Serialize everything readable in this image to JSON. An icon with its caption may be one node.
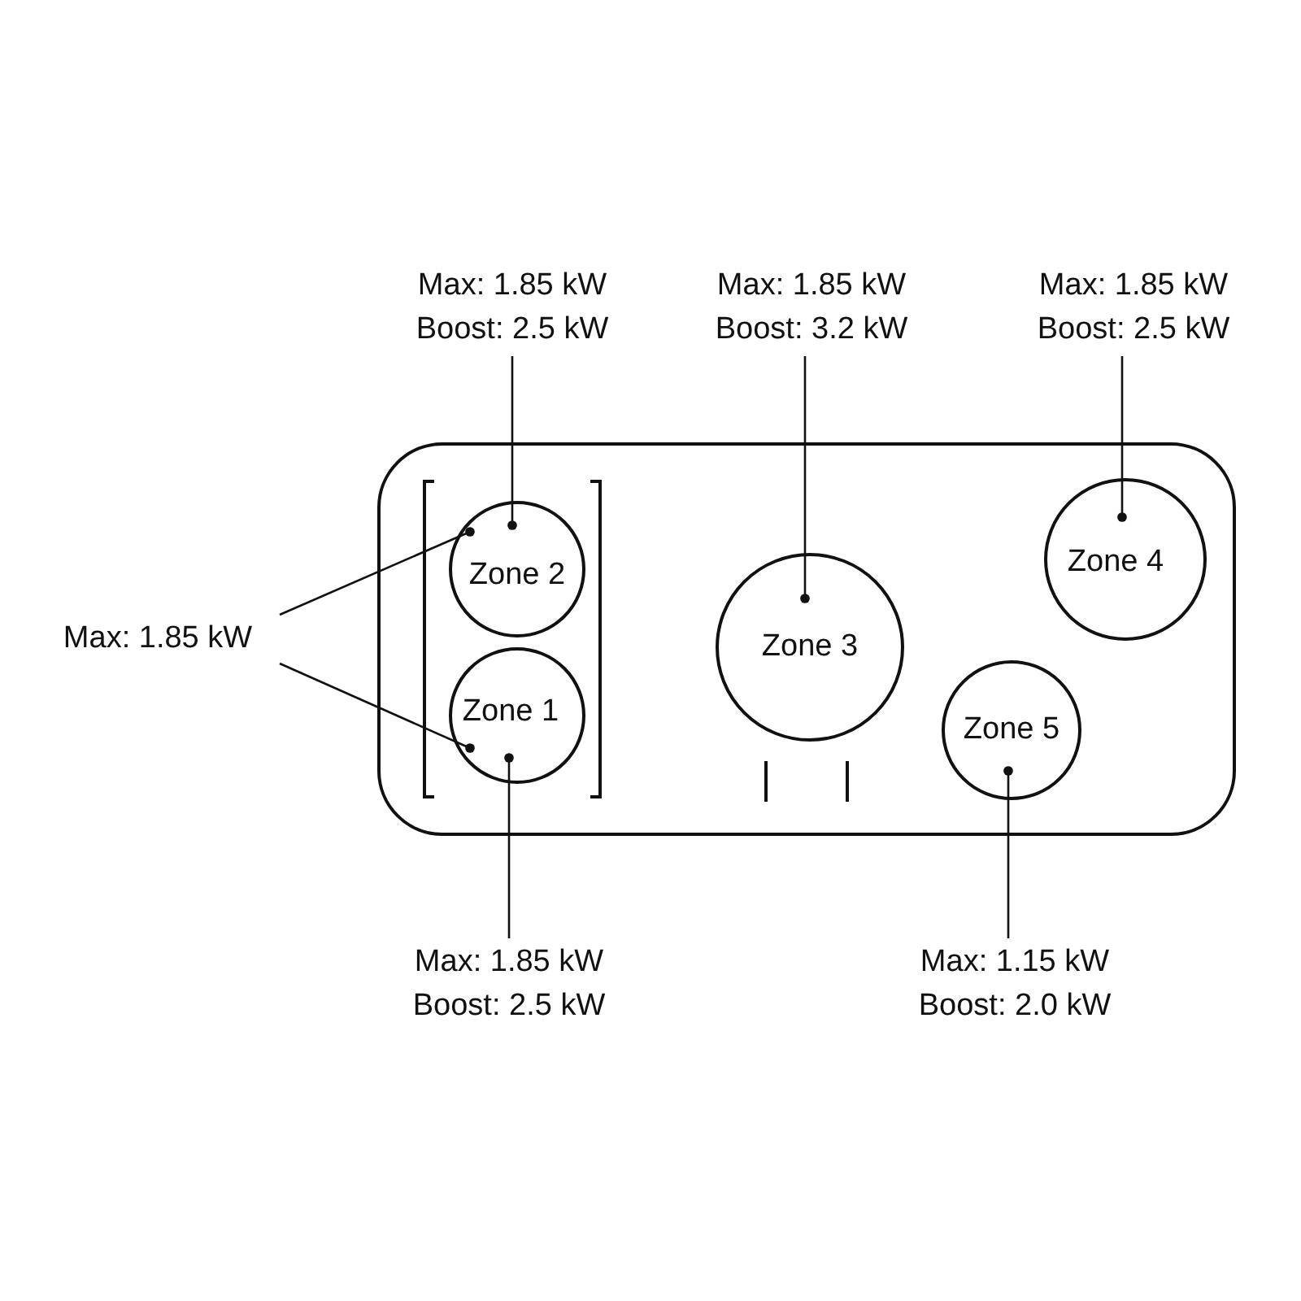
{
  "diagram": {
    "nodes": [
      {
        "text": [],
        "shape": "box"
      },
      {
        "text": [
          "Zone 2"
        ],
        "in": 0
      },
      {
        "text": [
          "Zone 1"
        ],
        "in": 0
      },
      {
        "text": [
          "Zone 3"
        ],
        "in": 0
      },
      {
        "text": [
          "Zone 4"
        ],
        "in": 0
      },
      {
        "text": [
          "Zone 5"
        ],
        "in": 0
      },
      {
        "text": [
          "Max: 1.85 kW",
          "Boost: 2.5 kW"
        ]
      },
      {
        "text": [
          "Max: 1.85 kW",
          "Boost: 3.2 kW"
        ]
      },
      {
        "text": [
          "Max: 1.85 kW",
          "Boost: 2.5 kW"
        ]
      },
      {
        "text": [
          "Max: 1.85 kW"
        ]
      },
      {
        "text": [
          "Max: 1.85 kW",
          "Boost: 2.5 kW"
        ]
      },
      {
        "text": [
          "Max: 1.15 kW",
          "Boost: 2.0 kW"
        ]
      }
    ],
    "edges": [
      {
        "from": 6,
        "to": 1,
        "arrow": "other"
      },
      {
        "from": 7,
        "to": 3,
        "arrow": "other"
      },
      {
        "from": 8,
        "to": 4,
        "arrow": "other"
      },
      {
        "from": 9,
        "to": 1,
        "arrow": "other"
      },
      {
        "from": 9,
        "to": 2,
        "arrow": "other"
      },
      {
        "from": 10,
        "to": 2,
        "arrow": "other"
      },
      {
        "from": 11,
        "to": 5,
        "arrow": "other"
      }
    ]
  }
}
